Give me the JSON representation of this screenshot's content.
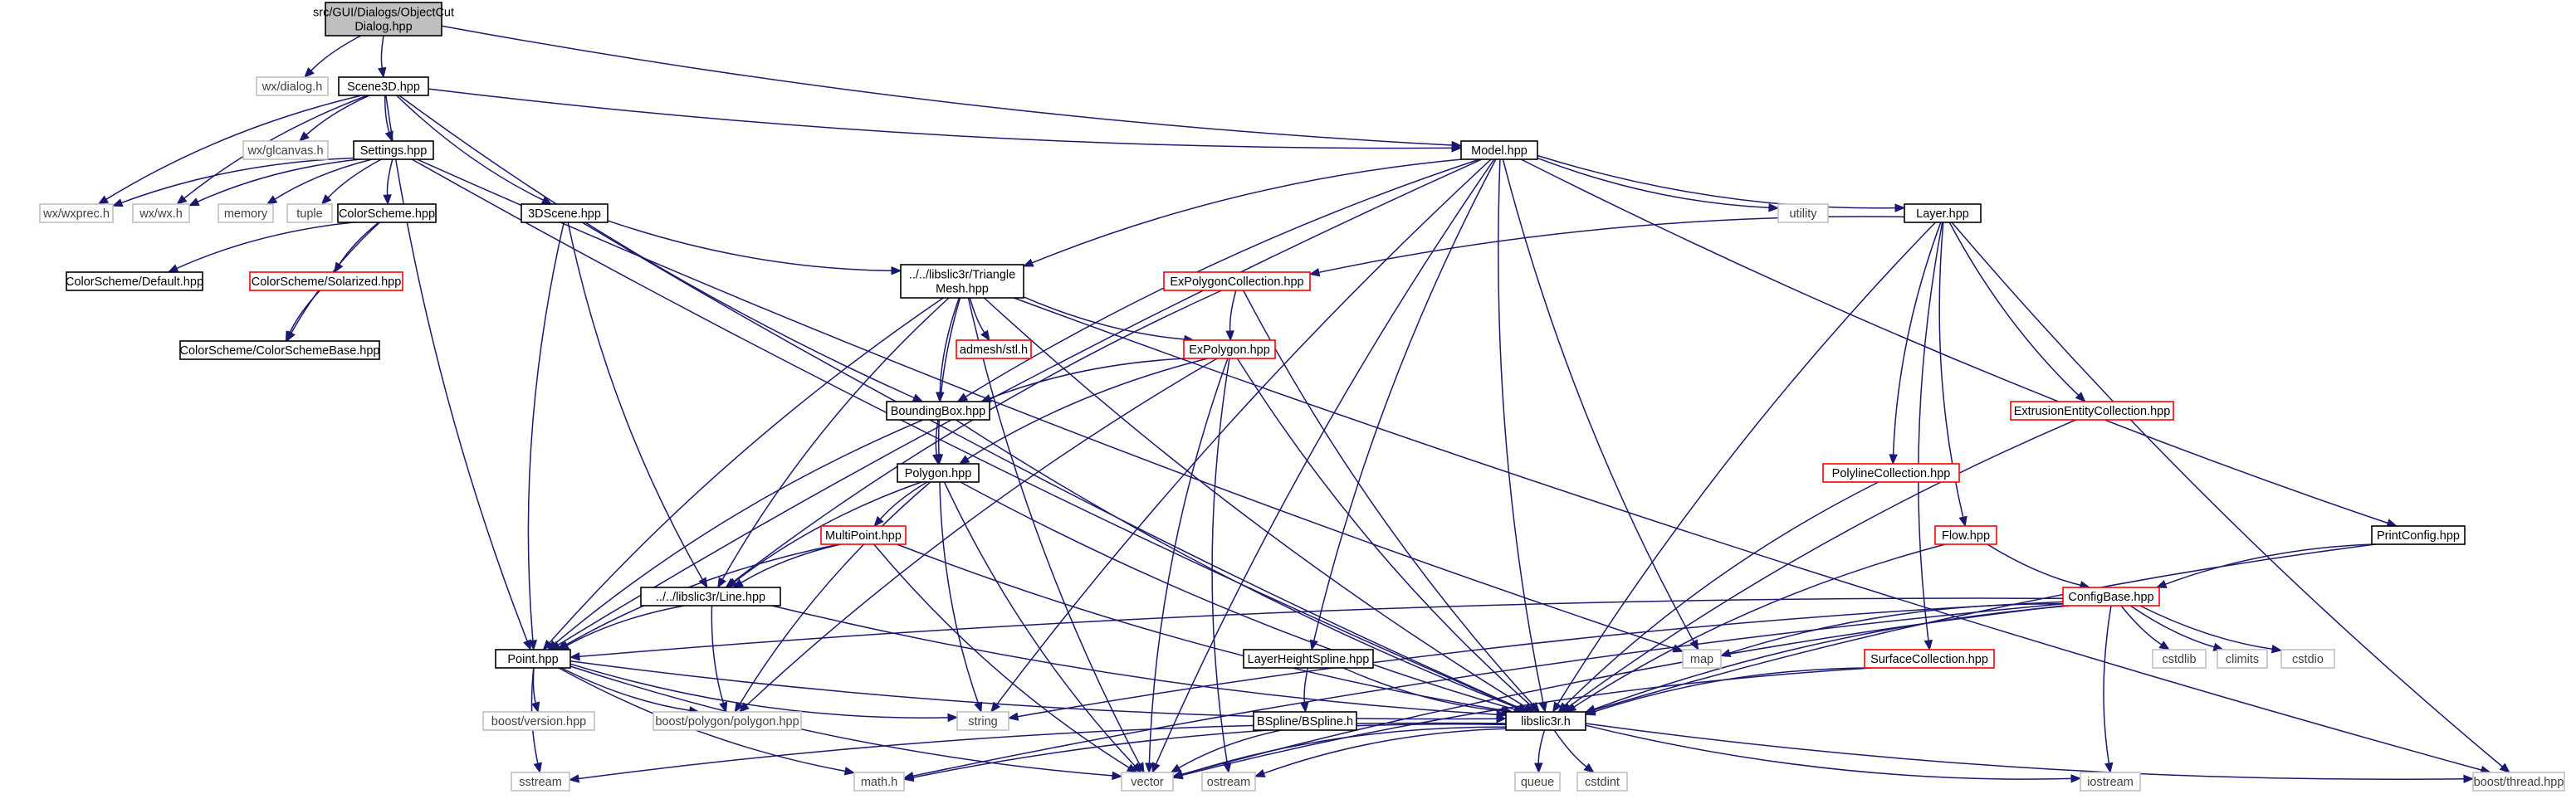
{
  "diagram": {
    "nodes": [
      {
        "id": "root",
        "lines": [
          "src/GUI/Dialogs/ObjectCut",
          "Dialog.hpp"
        ],
        "kind": "root"
      },
      {
        "id": "wxdialog",
        "lines": [
          "wx/dialog.h"
        ],
        "kind": "external"
      },
      {
        "id": "scene3d",
        "lines": [
          "Scene3D.hpp"
        ],
        "kind": "documented"
      },
      {
        "id": "model",
        "lines": [
          "Model.hpp"
        ],
        "kind": "documented"
      },
      {
        "id": "wxglcanvas",
        "lines": [
          "wx/glcanvas.h"
        ],
        "kind": "external"
      },
      {
        "id": "settings",
        "lines": [
          "Settings.hpp"
        ],
        "kind": "documented"
      },
      {
        "id": "wxwxprec",
        "lines": [
          "wx/wxprec.h"
        ],
        "kind": "external"
      },
      {
        "id": "wxwx",
        "lines": [
          "wx/wx.h"
        ],
        "kind": "external"
      },
      {
        "id": "memory",
        "lines": [
          "memory"
        ],
        "kind": "external"
      },
      {
        "id": "tuple",
        "lines": [
          "tuple"
        ],
        "kind": "external"
      },
      {
        "id": "colorscheme",
        "lines": [
          "ColorScheme.hpp"
        ],
        "kind": "documented"
      },
      {
        "id": "scene3dhpp",
        "lines": [
          "3DScene.hpp"
        ],
        "kind": "documented"
      },
      {
        "id": "csdefault",
        "lines": [
          "ColorScheme/Default.hpp"
        ],
        "kind": "documented"
      },
      {
        "id": "cssolarized",
        "lines": [
          "ColorScheme/Solarized.hpp"
        ],
        "kind": "incomplete"
      },
      {
        "id": "csbase",
        "lines": [
          "ColorScheme/ColorSchemeBase.hpp"
        ],
        "kind": "documented"
      },
      {
        "id": "trianglemesh",
        "lines": [
          "../../libslic3r/Triangle",
          "Mesh.hpp"
        ],
        "kind": "documented"
      },
      {
        "id": "admesh",
        "lines": [
          "admesh/stl.h"
        ],
        "kind": "incomplete"
      },
      {
        "id": "expolygoncoll",
        "lines": [
          "ExPolygonCollection.hpp"
        ],
        "kind": "incomplete"
      },
      {
        "id": "expolygon",
        "lines": [
          "ExPolygon.hpp"
        ],
        "kind": "incomplete"
      },
      {
        "id": "boundingbox",
        "lines": [
          "BoundingBox.hpp"
        ],
        "kind": "documented"
      },
      {
        "id": "polygon",
        "lines": [
          "Polygon.hpp"
        ],
        "kind": "documented"
      },
      {
        "id": "multipoint",
        "lines": [
          "MultiPoint.hpp"
        ],
        "kind": "incomplete"
      },
      {
        "id": "line",
        "lines": [
          "../../libslic3r/Line.hpp"
        ],
        "kind": "documented"
      },
      {
        "id": "point",
        "lines": [
          "Point.hpp"
        ],
        "kind": "documented"
      },
      {
        "id": "boostversion",
        "lines": [
          "boost/version.hpp"
        ],
        "kind": "external"
      },
      {
        "id": "boostpolygon",
        "lines": [
          "boost/polygon/polygon.hpp"
        ],
        "kind": "external"
      },
      {
        "id": "string",
        "lines": [
          "string"
        ],
        "kind": "external"
      },
      {
        "id": "sstream",
        "lines": [
          "sstream"
        ],
        "kind": "external"
      },
      {
        "id": "mathh",
        "lines": [
          "math.h"
        ],
        "kind": "external"
      },
      {
        "id": "vector",
        "lines": [
          "vector"
        ],
        "kind": "external"
      },
      {
        "id": "ostream",
        "lines": [
          "ostream"
        ],
        "kind": "external"
      },
      {
        "id": "libslic3r",
        "lines": [
          "libslic3r.h"
        ],
        "kind": "documented"
      },
      {
        "id": "queue",
        "lines": [
          "queue"
        ],
        "kind": "external"
      },
      {
        "id": "cstdint",
        "lines": [
          "cstdint"
        ],
        "kind": "external"
      },
      {
        "id": "iostream",
        "lines": [
          "iostream"
        ],
        "kind": "external"
      },
      {
        "id": "boostthread",
        "lines": [
          "boost/thread.hpp"
        ],
        "kind": "external"
      },
      {
        "id": "layerheight",
        "lines": [
          "LayerHeightSpline.hpp"
        ],
        "kind": "documented"
      },
      {
        "id": "bspline",
        "lines": [
          "BSpline/BSpline.h"
        ],
        "kind": "documented"
      },
      {
        "id": "map",
        "lines": [
          "map"
        ],
        "kind": "external"
      },
      {
        "id": "utility",
        "lines": [
          "utility"
        ],
        "kind": "external"
      },
      {
        "id": "layer",
        "lines": [
          "Layer.hpp"
        ],
        "kind": "documented"
      },
      {
        "id": "extrusioncoll",
        "lines": [
          "ExtrusionEntityCollection.hpp"
        ],
        "kind": "incomplete"
      },
      {
        "id": "polylinecoll",
        "lines": [
          "PolylineCollection.hpp"
        ],
        "kind": "incomplete"
      },
      {
        "id": "flow",
        "lines": [
          "Flow.hpp"
        ],
        "kind": "incomplete"
      },
      {
        "id": "surfacecoll",
        "lines": [
          "SurfaceCollection.hpp"
        ],
        "kind": "incomplete"
      },
      {
        "id": "configbase",
        "lines": [
          "ConfigBase.hpp"
        ],
        "kind": "incomplete"
      },
      {
        "id": "printconfig",
        "lines": [
          "PrintConfig.hpp"
        ],
        "kind": "documented"
      },
      {
        "id": "cstdlib",
        "lines": [
          "cstdlib"
        ],
        "kind": "external"
      },
      {
        "id": "climits",
        "lines": [
          "climits"
        ],
        "kind": "external"
      },
      {
        "id": "cstdio",
        "lines": [
          "cstdio"
        ],
        "kind": "external"
      }
    ],
    "edges": [
      [
        "root",
        "wxdialog"
      ],
      [
        "root",
        "scene3d"
      ],
      [
        "root",
        "model"
      ],
      [
        "scene3d",
        "model"
      ],
      [
        "scene3d",
        "wxglcanvas"
      ],
      [
        "scene3d",
        "settings"
      ],
      [
        "scene3d",
        "wxwxprec"
      ],
      [
        "scene3d",
        "wxwx"
      ],
      [
        "scene3d",
        "scene3dhpp"
      ],
      [
        "scene3d",
        "boundingbox"
      ],
      [
        "scene3d",
        "point"
      ],
      [
        "settings",
        "wxwxprec"
      ],
      [
        "settings",
        "wxwx"
      ],
      [
        "settings",
        "memory"
      ],
      [
        "settings",
        "tuple"
      ],
      [
        "settings",
        "colorscheme"
      ],
      [
        "settings",
        "map"
      ],
      [
        "settings",
        "libslic3r"
      ],
      [
        "colorscheme",
        "csdefault"
      ],
      [
        "colorscheme",
        "cssolarized"
      ],
      [
        "colorscheme",
        "csbase"
      ],
      [
        "cssolarized",
        "csbase"
      ],
      [
        "scene3dhpp",
        "trianglemesh"
      ],
      [
        "scene3dhpp",
        "point"
      ],
      [
        "scene3dhpp",
        "line"
      ],
      [
        "scene3dhpp",
        "libslic3r"
      ],
      [
        "model",
        "trianglemesh"
      ],
      [
        "model",
        "layer"
      ],
      [
        "model",
        "point"
      ],
      [
        "model",
        "boundingbox"
      ],
      [
        "model",
        "string"
      ],
      [
        "model",
        "vector"
      ],
      [
        "model",
        "map"
      ],
      [
        "model",
        "utility"
      ],
      [
        "model",
        "libslic3r"
      ],
      [
        "model",
        "layerheight"
      ],
      [
        "model",
        "printconfig"
      ],
      [
        "trianglemesh",
        "admesh"
      ],
      [
        "trianglemesh",
        "expolygon"
      ],
      [
        "trianglemesh",
        "boundingbox"
      ],
      [
        "trianglemesh",
        "polygon"
      ],
      [
        "trianglemesh",
        "line"
      ],
      [
        "trianglemesh",
        "point"
      ],
      [
        "trianglemesh",
        "vector"
      ],
      [
        "trianglemesh",
        "libslic3r"
      ],
      [
        "trianglemesh",
        "boostthread"
      ],
      [
        "expolygoncoll",
        "expolygon"
      ],
      [
        "expolygoncoll",
        "line"
      ],
      [
        "expolygoncoll",
        "libslic3r"
      ],
      [
        "expolygon",
        "boundingbox"
      ],
      [
        "expolygon",
        "polygon"
      ],
      [
        "expolygon",
        "vector"
      ],
      [
        "expolygon",
        "ostream"
      ],
      [
        "expolygon",
        "boostpolygon"
      ],
      [
        "expolygon",
        "libslic3r"
      ],
      [
        "boundingbox",
        "polygon"
      ],
      [
        "boundingbox",
        "point"
      ],
      [
        "boundingbox",
        "libslic3r"
      ],
      [
        "polygon",
        "multipoint"
      ],
      [
        "polygon",
        "line"
      ],
      [
        "polygon",
        "string"
      ],
      [
        "polygon",
        "vector"
      ],
      [
        "polygon",
        "boostpolygon"
      ],
      [
        "polygon",
        "libslic3r"
      ],
      [
        "multipoint",
        "line"
      ],
      [
        "multipoint",
        "point"
      ],
      [
        "multipoint",
        "vector"
      ],
      [
        "multipoint",
        "libslic3r"
      ],
      [
        "line",
        "point"
      ],
      [
        "line",
        "boostpolygon"
      ],
      [
        "line",
        "libslic3r"
      ],
      [
        "point",
        "boostversion"
      ],
      [
        "point",
        "boostpolygon"
      ],
      [
        "point",
        "string"
      ],
      [
        "point",
        "sstream"
      ],
      [
        "point",
        "mathh"
      ],
      [
        "point",
        "vector"
      ],
      [
        "point",
        "libslic3r"
      ],
      [
        "libslic3r",
        "ostream"
      ],
      [
        "libslic3r",
        "queue"
      ],
      [
        "libslic3r",
        "sstream"
      ],
      [
        "libslic3r",
        "cstdint"
      ],
      [
        "libslic3r",
        "mathh"
      ],
      [
        "libslic3r",
        "vector"
      ],
      [
        "libslic3r",
        "iostream"
      ],
      [
        "libslic3r",
        "boostthread"
      ],
      [
        "layer",
        "expolygoncoll"
      ],
      [
        "layer",
        "extrusioncoll"
      ],
      [
        "layer",
        "polylinecoll"
      ],
      [
        "layer",
        "flow"
      ],
      [
        "layer",
        "surfacecoll"
      ],
      [
        "layer",
        "libslic3r"
      ],
      [
        "layer",
        "boostthread"
      ],
      [
        "extrusioncoll",
        "libslic3r"
      ],
      [
        "polylinecoll",
        "libslic3r"
      ],
      [
        "flow",
        "configbase"
      ],
      [
        "flow",
        "libslic3r"
      ],
      [
        "surfacecoll",
        "libslic3r"
      ],
      [
        "surfacecoll",
        "vector"
      ],
      [
        "printconfig",
        "configbase"
      ],
      [
        "printconfig",
        "libslic3r"
      ],
      [
        "configbase",
        "point"
      ],
      [
        "configbase",
        "map"
      ],
      [
        "configbase",
        "string"
      ],
      [
        "configbase",
        "vector"
      ],
      [
        "configbase",
        "libslic3r"
      ],
      [
        "configbase",
        "mathh"
      ],
      [
        "configbase",
        "iostream"
      ],
      [
        "configbase",
        "cstdlib"
      ],
      [
        "configbase",
        "climits"
      ],
      [
        "configbase",
        "cstdio"
      ],
      [
        "layerheight",
        "bspline"
      ],
      [
        "layerheight",
        "libslic3r"
      ],
      [
        "bspline",
        "vector"
      ]
    ]
  },
  "colors": {
    "edge": "#191970",
    "root_fill": "#bfbfbf",
    "documented_border": "#000000",
    "incomplete_border": "#ff0000",
    "external_border": "#bfbfbf",
    "external_text": "#404040",
    "text": "#000000"
  }
}
